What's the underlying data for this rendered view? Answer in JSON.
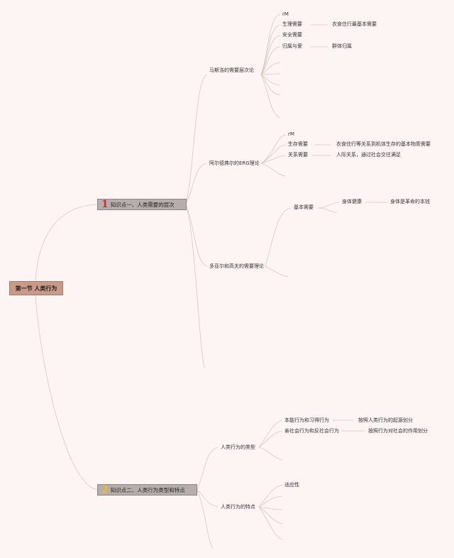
{
  "colors": {
    "background": "#fdf4f4",
    "line": "#d8c8c2",
    "root_fill": "#c99a88",
    "branch_fill": "#b5aeab",
    "num1": "#e0242a",
    "num2": "#f0c020"
  },
  "root": "第一节 人类行为",
  "kp1": {
    "num": "1",
    "label": "知识点一、人类需要的层次"
  },
  "kp2": {
    "num": "2",
    "label": "知识点二、人类行为类型和特点"
  },
  "maslow": {
    "title": "马斯洛的需要层次论",
    "items": [
      "rM",
      "生理需要",
      "安全需要",
      "归属与爱"
    ],
    "details": [
      "衣食住行最基本需要",
      "群体归属"
    ]
  },
  "erg": {
    "title": "阿尔德弗尔的ERG理论",
    "items": [
      "rM",
      "生存需要",
      "关系需要"
    ],
    "details": [
      "衣食住行等关系到机体生存的基本物质需要",
      "人际关系，通过社会交往满足"
    ]
  },
  "doyal": {
    "title": "多亚尔和高夫的需要理论",
    "item": "基本需要",
    "sub": "身体健康",
    "detail": "身体是革命的本钱"
  },
  "types": {
    "title": "人类行为的类型",
    "items": [
      "本能行为和习得行为",
      "亲社会行为和反社会行为"
    ],
    "details": [
      "按照人类行为的起源划分",
      "按照行为对社会的作用划分"
    ]
  },
  "traits": {
    "title": "人类行为的特点",
    "items": [
      "适应性"
    ]
  }
}
